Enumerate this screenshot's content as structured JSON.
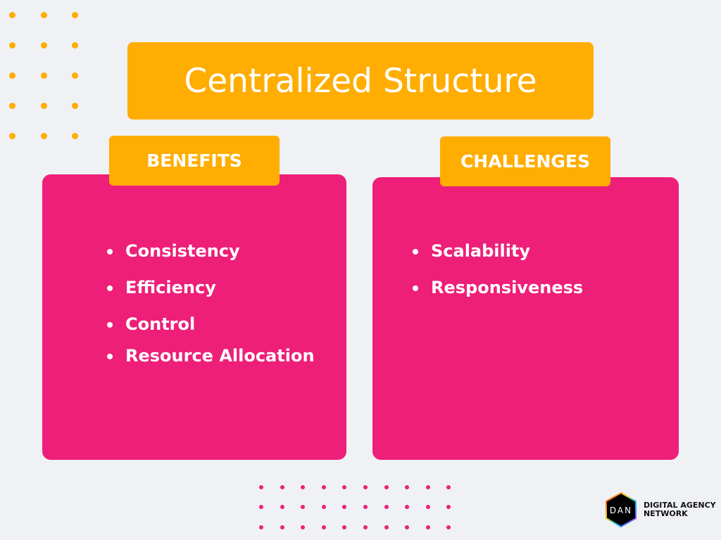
{
  "title": "Centralized Structure",
  "benefits": {
    "label": "BENEFITS",
    "items": [
      "Consistency",
      "Efficiency",
      "Control",
      "Resource Allocation"
    ]
  },
  "challenges": {
    "label": "CHALLENGES",
    "items": [
      "Scalability",
      "Responsiveness"
    ]
  },
  "logo": {
    "mark": "DAN",
    "line1": "DIGITAL AGENCY",
    "line2": "NETWORK"
  },
  "colors": {
    "background": "#eff1f5",
    "accent": "#ffad00",
    "card": "#ee1f78"
  }
}
